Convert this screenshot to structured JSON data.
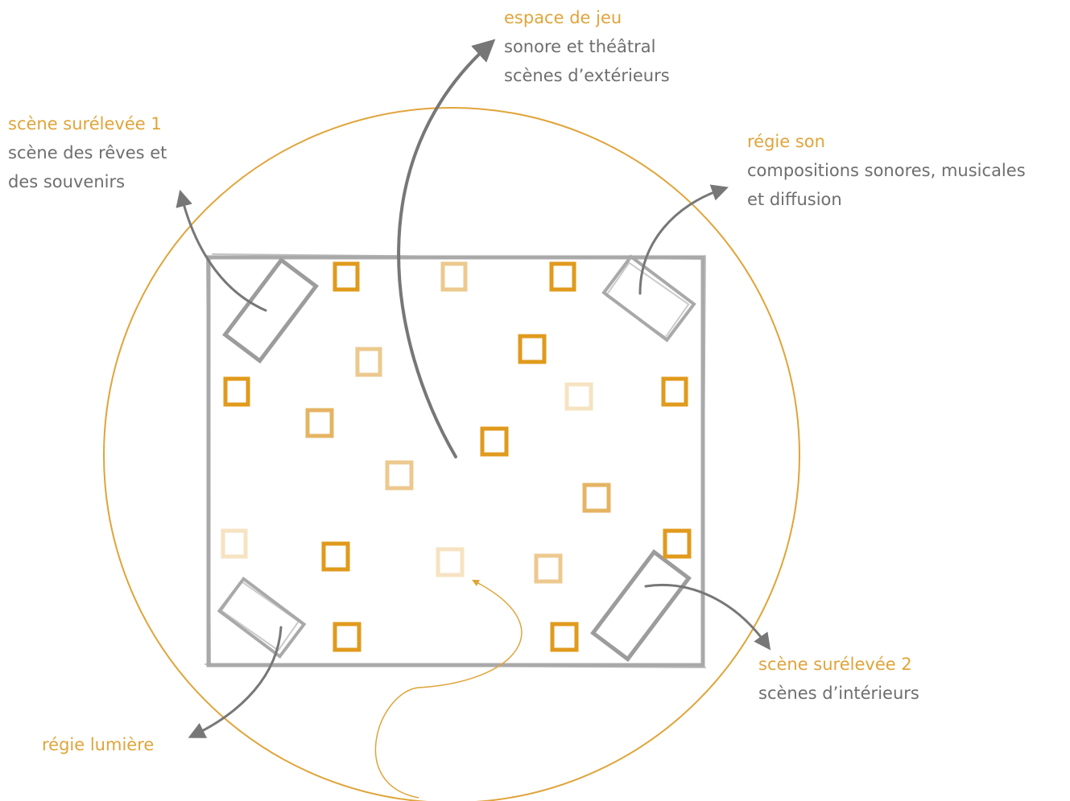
{
  "colors": {
    "accent": "#e0a43a",
    "text": "#6e6e6e",
    "frame": "#a9a9a9",
    "arrow": "#777777",
    "square_shades": [
      "#e09a1c",
      "#e5b463",
      "#ecc98e",
      "#f6e3c2"
    ]
  },
  "labels": {
    "espace_de_jeu": {
      "title": "espace de jeu",
      "lines": [
        "sonore et théâtral",
        "scènes d’extérieurs"
      ]
    },
    "scene_surelevee_1": {
      "title": "scène surélevée 1",
      "lines": [
        "scène des rêves et",
        "des souvenirs"
      ]
    },
    "regie_son": {
      "title": "régie son",
      "lines": [
        "compositions sonores, musicales",
        "et diffusion"
      ]
    },
    "scene_surelevee_2": {
      "title": "scène surélevée 2",
      "lines": [
        "scènes d’intérieurs"
      ]
    },
    "regie_lumiere": {
      "title": "régie lumière",
      "lines": []
    }
  }
}
